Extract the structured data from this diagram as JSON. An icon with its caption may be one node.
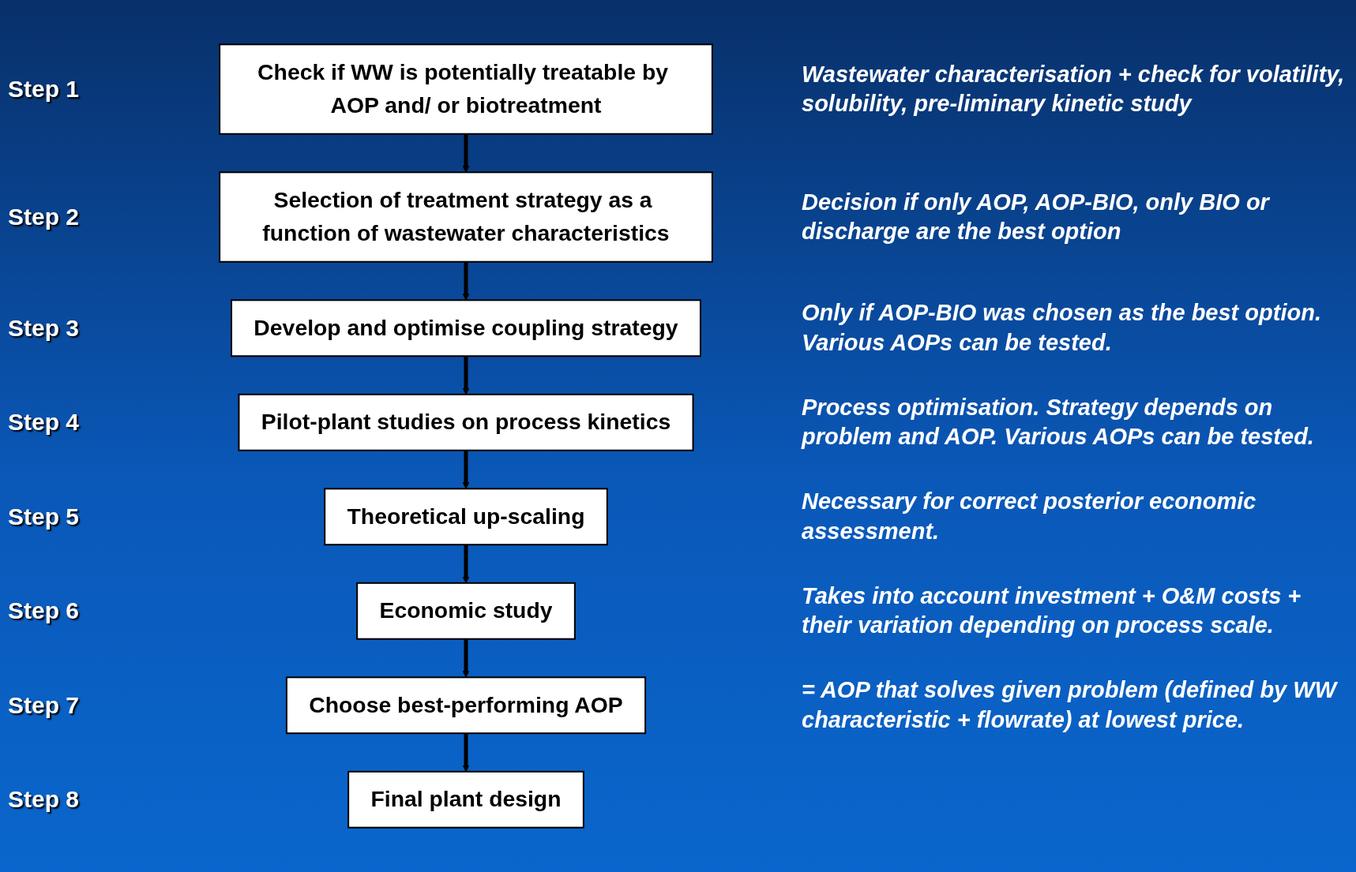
{
  "diagram": {
    "nodes": [
      {
        "text": [
          "Check if WW is potentially treatable by AOP and/ or biotreatment"
        ]
      },
      {
        "text": [
          "Selection of treatment strategy as a function of wastewater characteristics"
        ]
      },
      {
        "text": [
          "Develop and optimise coupling strategy"
        ]
      },
      {
        "text": [
          "Pilot-plant studies on process kinetics"
        ]
      },
      {
        "text": [
          "Theoretical up-scaling"
        ]
      },
      {
        "text": [
          "Economic study"
        ]
      },
      {
        "text": [
          "Choose best-performing AOP"
        ]
      },
      {
        "text": [
          "Final plant design"
        ]
      }
    ],
    "edges": [
      {
        "from": 0,
        "to": 1,
        "arrow": "to"
      },
      {
        "from": 1,
        "to": 2,
        "arrow": "to"
      },
      {
        "from": 2,
        "to": 3,
        "arrow": "to"
      },
      {
        "from": 3,
        "to": 4,
        "arrow": "to"
      },
      {
        "from": 4,
        "to": 5,
        "arrow": "to"
      },
      {
        "from": 5,
        "to": 6,
        "arrow": "to"
      },
      {
        "from": 6,
        "to": 7,
        "arrow": "to"
      }
    ],
    "labels": [
      "Step 1",
      "Wastewater characterisation + check for volatility, solubility, pre-liminary kinetic study",
      "Step 2",
      "Decision if only AOP, AOP-BIO, only BIO or discharge are the best option",
      "Step 3",
      "Only if AOP-BIO was chosen as the best option. Various AOPs can be tested.",
      "Step 4",
      "Process optimisation. Strategy depends on problem and AOP. Various AOPs can be tested.",
      "Step 5",
      "Necessary for correct posterior economic assessment.",
      "Step 6",
      "Takes into account investment + O&M costs + their variation depending on process scale.",
      "Step 7",
      "= AOP that solves given problem (defined by WW characteristic + flowrate) at lowest price.",
      "Step 8"
    ]
  }
}
